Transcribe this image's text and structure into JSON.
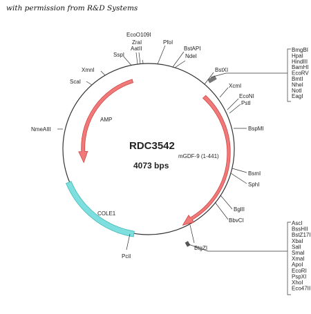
{
  "credit": "with permission from R&D Systems",
  "plasmid": {
    "name": "RDC3542",
    "size": "4073 bps",
    "insert": "mGDF-9 (1-441)"
  },
  "features": {
    "amp": "AMP",
    "cole1": "COLE1"
  },
  "colors": {
    "backbone": "#333333",
    "arrow_fill": "#f07a7a",
    "arrow_stroke": "#d04545",
    "origin_fill": "#7fdede",
    "origin_stroke": "#40b8b8",
    "mcs_box": "#777777"
  },
  "sites": {
    "ecoo109i": "EcoO109I",
    "zrai": "ZraI",
    "aatii": "AatII",
    "sspi": "SspI",
    "pfoi": "PfoI",
    "bstapi": "BstAPI",
    "ndei": "NdeI",
    "xmni": "XmnI",
    "scai": "ScaI",
    "bstxi": "BstXI",
    "xcmi": "XcmI",
    "econi": "EcoNI",
    "psti": "PstI",
    "bspmi": "BspMI",
    "nmeaiii": "NmeAIII",
    "bsmi": "BsmI",
    "sphi": "SphI",
    "bglii": "BglII",
    "bbvci": "BbvCI",
    "btgzi": "BtgZI",
    "pcii": "PciI"
  },
  "mcs_top": [
    "BmgBI",
    "HpaI",
    "HindIII",
    "BamHI",
    "EcoRV",
    "BmtI",
    "NheI",
    "NotI",
    "EagI"
  ],
  "mcs_bottom": [
    "AscI",
    "BssHII",
    "BstZ17I",
    "XbaI",
    "SalI",
    "SmaI",
    "XmaI",
    "ApoI",
    "EcoRI",
    "PspXI",
    "XhoI",
    "Eco47III"
  ]
}
